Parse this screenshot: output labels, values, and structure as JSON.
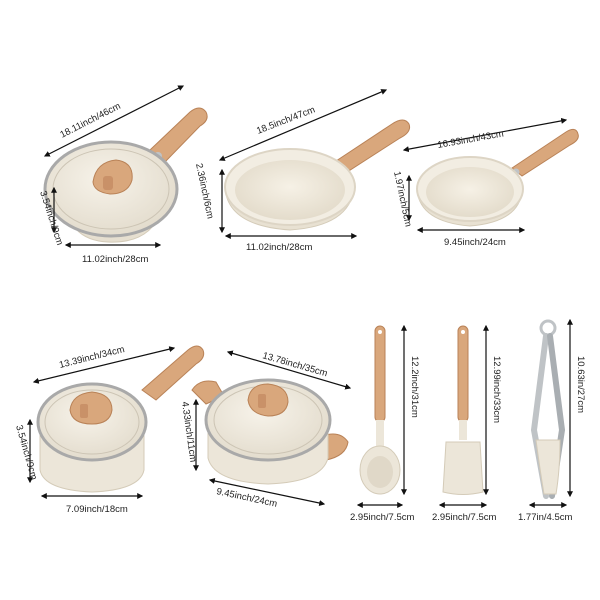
{
  "labels": {
    "fry28_len": "18.11inch/46cm",
    "fry28_h": "3.54inch/9cm",
    "fry28_d": "11.02inch/28cm",
    "fry28b_len": "18.5inch/47cm",
    "fry28b_h": "2.36inch/6cm",
    "fry28b_d": "11.02inch/28cm",
    "fry24_len": "16.93inch/43cm",
    "fry24_h": "1.97inch/5cm",
    "fry24_d": "9.45inch/24cm",
    "sauce_len": "13.39inch/34cm",
    "sauce_h": "3.54inch/9cm",
    "sauce_d": "7.09inch/18cm",
    "pot_len": "13.78inch/35cm",
    "pot_h": "4.33inch/11cm",
    "pot_d": "9.45inch/24cm",
    "ladle_len": "12.2inch/31cm",
    "ladle_w": "2.95inch/7.5cm",
    "spatula_len": "12.99inch/33cm",
    "spatula_w": "2.95inch/7.5cm",
    "tongs_len": "10.63in/27cm",
    "tongs_w": "1.77in/4.5cm"
  },
  "colors": {
    "cream": "#f1ece1",
    "cream_shadow": "#ddd5c5",
    "wood": "#d9a77c",
    "wood_dark": "#b98257",
    "glass_rim": "#a9a9a9",
    "steel": "#bfc3c6"
  }
}
